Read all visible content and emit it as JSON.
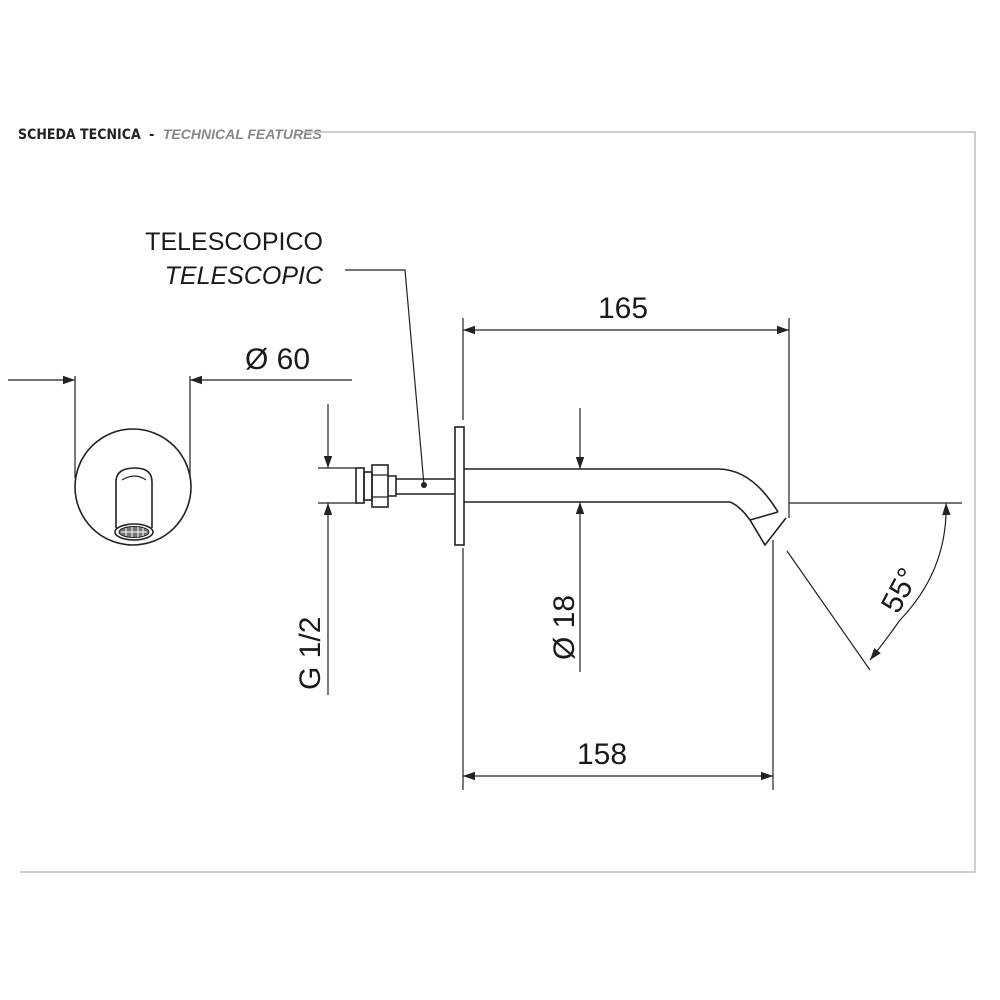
{
  "header": {
    "title": "SCHEDA TECNICA",
    "separator": "-",
    "subtitle": "TECHNICAL FEATURES"
  },
  "callout": {
    "label_it": "TELESCOPICO",
    "label_en": "TELESCOPIC"
  },
  "dimensions": {
    "plate_diameter": "Ø 60",
    "spout_length_top": "165",
    "spout_length_bottom": "158",
    "spout_diameter": "Ø 18",
    "thread": "G 1/2",
    "angle": "55°"
  },
  "colors": {
    "line": "#222222",
    "frame": "#bdbdbd",
    "header_sub": "#888888"
  }
}
